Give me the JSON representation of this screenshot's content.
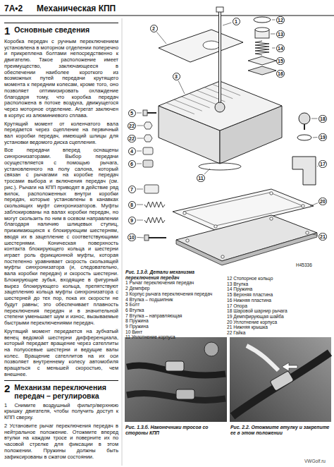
{
  "diagram": {
    "title": "Механическая КПП",
    "caption": "Рис. 1.3.д. Детали механизма переключения передач",
    "nodes": [
      {
        "text": [
          "1"
        ]
      },
      {
        "text": [
          "2"
        ]
      },
      {
        "text": [
          "3"
        ]
      },
      {
        "text": [
          "4"
        ]
      },
      {
        "text": [
          "5"
        ]
      },
      {
        "text": [
          "6"
        ]
      },
      {
        "text": [
          "7"
        ]
      },
      {
        "text": [
          "8"
        ]
      },
      {
        "text": [
          "9"
        ]
      },
      {
        "text": [
          "10"
        ]
      },
      {
        "text": [
          "11"
        ]
      },
      {
        "text": [
          "12"
        ]
      },
      {
        "text": [
          "13"
        ]
      },
      {
        "text": [
          "14"
        ]
      },
      {
        "text": [
          "15"
        ]
      },
      {
        "text": [
          "16"
        ]
      },
      {
        "text": [
          "17"
        ]
      },
      {
        "text": [
          "18"
        ]
      },
      {
        "text": [
          "19"
        ]
      },
      {
        "text": [
          "20"
        ]
      },
      {
        "text": [
          "21"
        ]
      },
      {
        "text": [
          "22"
        ]
      },
      {
        "text": [
          "22"
        ]
      }
    ],
    "labels": [
      "7A•2",
      "1",
      "Основные сведения",
      "Коробка передач с ручным переключением установлена в моторном отделении поперечно и прикреплена болтами непосредственно к двигателю. Такое расположение имеет преимущество, заключающееся в обеспечении наиболее короткого из возможных путей передачи крутящего момента к передним колесам, кроме того, оно позволяет оптимизировать охлаждение благодаря тому, что коробка передач расположена в потоке воздуха, движущегося через моторное отделение. Агрегат заключен в корпус из алюминиевого сплава.",
      "Крутящий момент от коленчатого вала передается через сцепление на первичный вал коробки передач, имеющий шлицы для установки ведомого диска сцепления.",
      "Все передачи вперед оснащены синхронизаторами. Выбор передачи осуществляется с помощью рычага, установленного на полу салона, который связан с рычагами на коробке передач тросами выбора и включения передач (см. рис.). Рычаги на КПП приводят в действие ряд вилок, расположенных внутри коробки передач, которые установлены в канавках скользящих муфт синхронизаторов. Муфты заблокированы на валах коробки передач, но могут скользить по ним в осевом направлении благодаря наличию шлицевых ступиц, прижимающихся к блокирующим шестерням, вводя их в зацепление с соответствующими шестернями. Коническая поверхность контакта блокирующего кольца и шестерни играет роль фрикционной муфты, которая постепенно уравнивает скорость скользящей муфты синхронизатора (и, следовательно, вала коробки передач) и скорость шестерни. Блокирующие зубья, входящие в фигурный вырез блокирующего кольца, препятствуют зацеплению кольца муфты синхронизатора с шестерней до тех пор, пока их скорости не будут равны; это обеспечивает плавность переключения передач и в значительной степени уменьшает шум и износ, вызываемые быстрыми переключениями передач.",
      "Крутящий момент передается на зубчатый венец ведомой шестерни дифференциала, который передает вращение через сателлиты на полуосевые шестерни и ведущие валы колес. Вращение сателлитов на их оси позволяет внутреннему колесу автомобиля вращаться с меньшей скоростью, чем внешнее.",
      "2",
      "Механизм переключения передач – регулировка",
      "1 Снимите воздушный фильтр/верхнюю крышку двигателя, чтобы получить доступ к КПП сверху.",
      "2 Установите рычаг переключения передач в нейтральное положение. Отожмите вперед втулки на каждом тросе и поверните их по часовой стрелке для фиксации в этом положении. Пружины должны быть зафиксированы в сжатом состоянии.",
      "1 Рычаг переключения передач",
      "2 Демпфер",
      "3 Корпус рычага переключения передач",
      "4 Втулка – подшипник",
      "5 Болт",
      "6 Втулка",
      "7 Втулка – направляющая",
      "8 Пружина",
      "9 Пружина",
      "10 Винт",
      "11 Уплотнение корпуса",
      "12 Стопорное кольцо",
      "13 Втулка",
      "14 Пружина",
      "15 Верхняя пластина",
      "16 Нижняя пластина",
      "17 Опора",
      "18 Шаровой шарнир рычага",
      "19 Демпфирующая шайба",
      "20 Уплотнение корпуса",
      "21 Нижняя крышка",
      "22 Гайка",
      "H45336",
      "Рис. 1.3.б. Наконечники тросов со стороны КПП",
      "Рис. 2.2. Отожмите втулку и закрепите ее в этом положении",
      "VWGolf.ru"
    ]
  }
}
